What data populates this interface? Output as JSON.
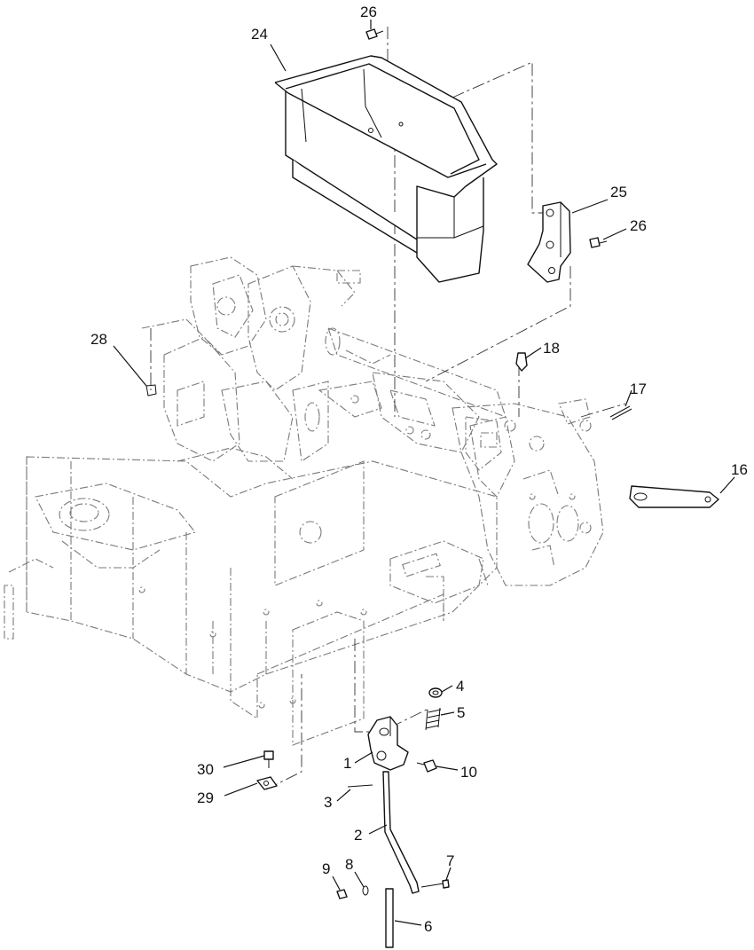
{
  "diagram": {
    "callouts": [
      {
        "id": "c1",
        "label": "1"
      },
      {
        "id": "c2",
        "label": "2"
      },
      {
        "id": "c3",
        "label": "3"
      },
      {
        "id": "c4",
        "label": "4"
      },
      {
        "id": "c5",
        "label": "5"
      },
      {
        "id": "c6",
        "label": "6"
      },
      {
        "id": "c7",
        "label": "7"
      },
      {
        "id": "c8",
        "label": "8"
      },
      {
        "id": "c9",
        "label": "9"
      },
      {
        "id": "c10",
        "label": "10"
      },
      {
        "id": "c16",
        "label": "16"
      },
      {
        "id": "c17",
        "label": "17"
      },
      {
        "id": "c18",
        "label": "18"
      },
      {
        "id": "c24",
        "label": "24"
      },
      {
        "id": "c25",
        "label": "25"
      },
      {
        "id": "c26a",
        "label": "26"
      },
      {
        "id": "c26b",
        "label": "26"
      },
      {
        "id": "c28",
        "label": "28"
      },
      {
        "id": "c29",
        "label": "29"
      },
      {
        "id": "c30",
        "label": "30"
      }
    ]
  }
}
